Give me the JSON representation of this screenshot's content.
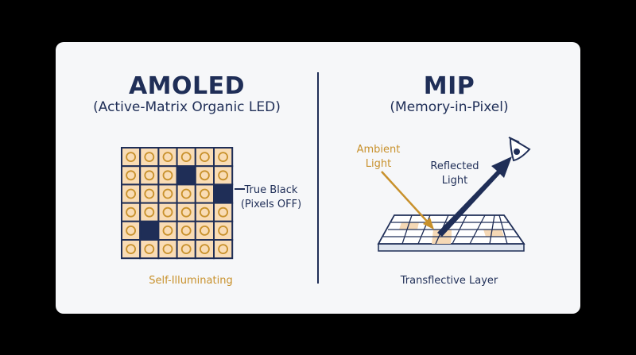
{
  "amoled": {
    "title": "AMOLED",
    "subtitle": "(Active-Matrix Organic LED)",
    "callout_line1": "True Black",
    "callout_line2": "(Pixels OFF)",
    "caption": "Self-Illuminating",
    "grid": {
      "rows": 6,
      "cols": 6,
      "off_pixels": [
        [
          1,
          3
        ],
        [
          2,
          5
        ],
        [
          4,
          1
        ]
      ]
    }
  },
  "mip": {
    "title": "MIP",
    "subtitle": "(Memory-in-Pixel)",
    "ambient_line1": "Ambient",
    "ambient_line2": "Light",
    "reflected_line1": "Reflected",
    "reflected_line2": "Light",
    "caption": "Transflective Layer"
  },
  "colors": {
    "navy": "#1f2e57",
    "amber": "#c8912c",
    "pixel_fill": "#f9dcb5",
    "card": "#f6f7f9",
    "background": "#000000"
  }
}
